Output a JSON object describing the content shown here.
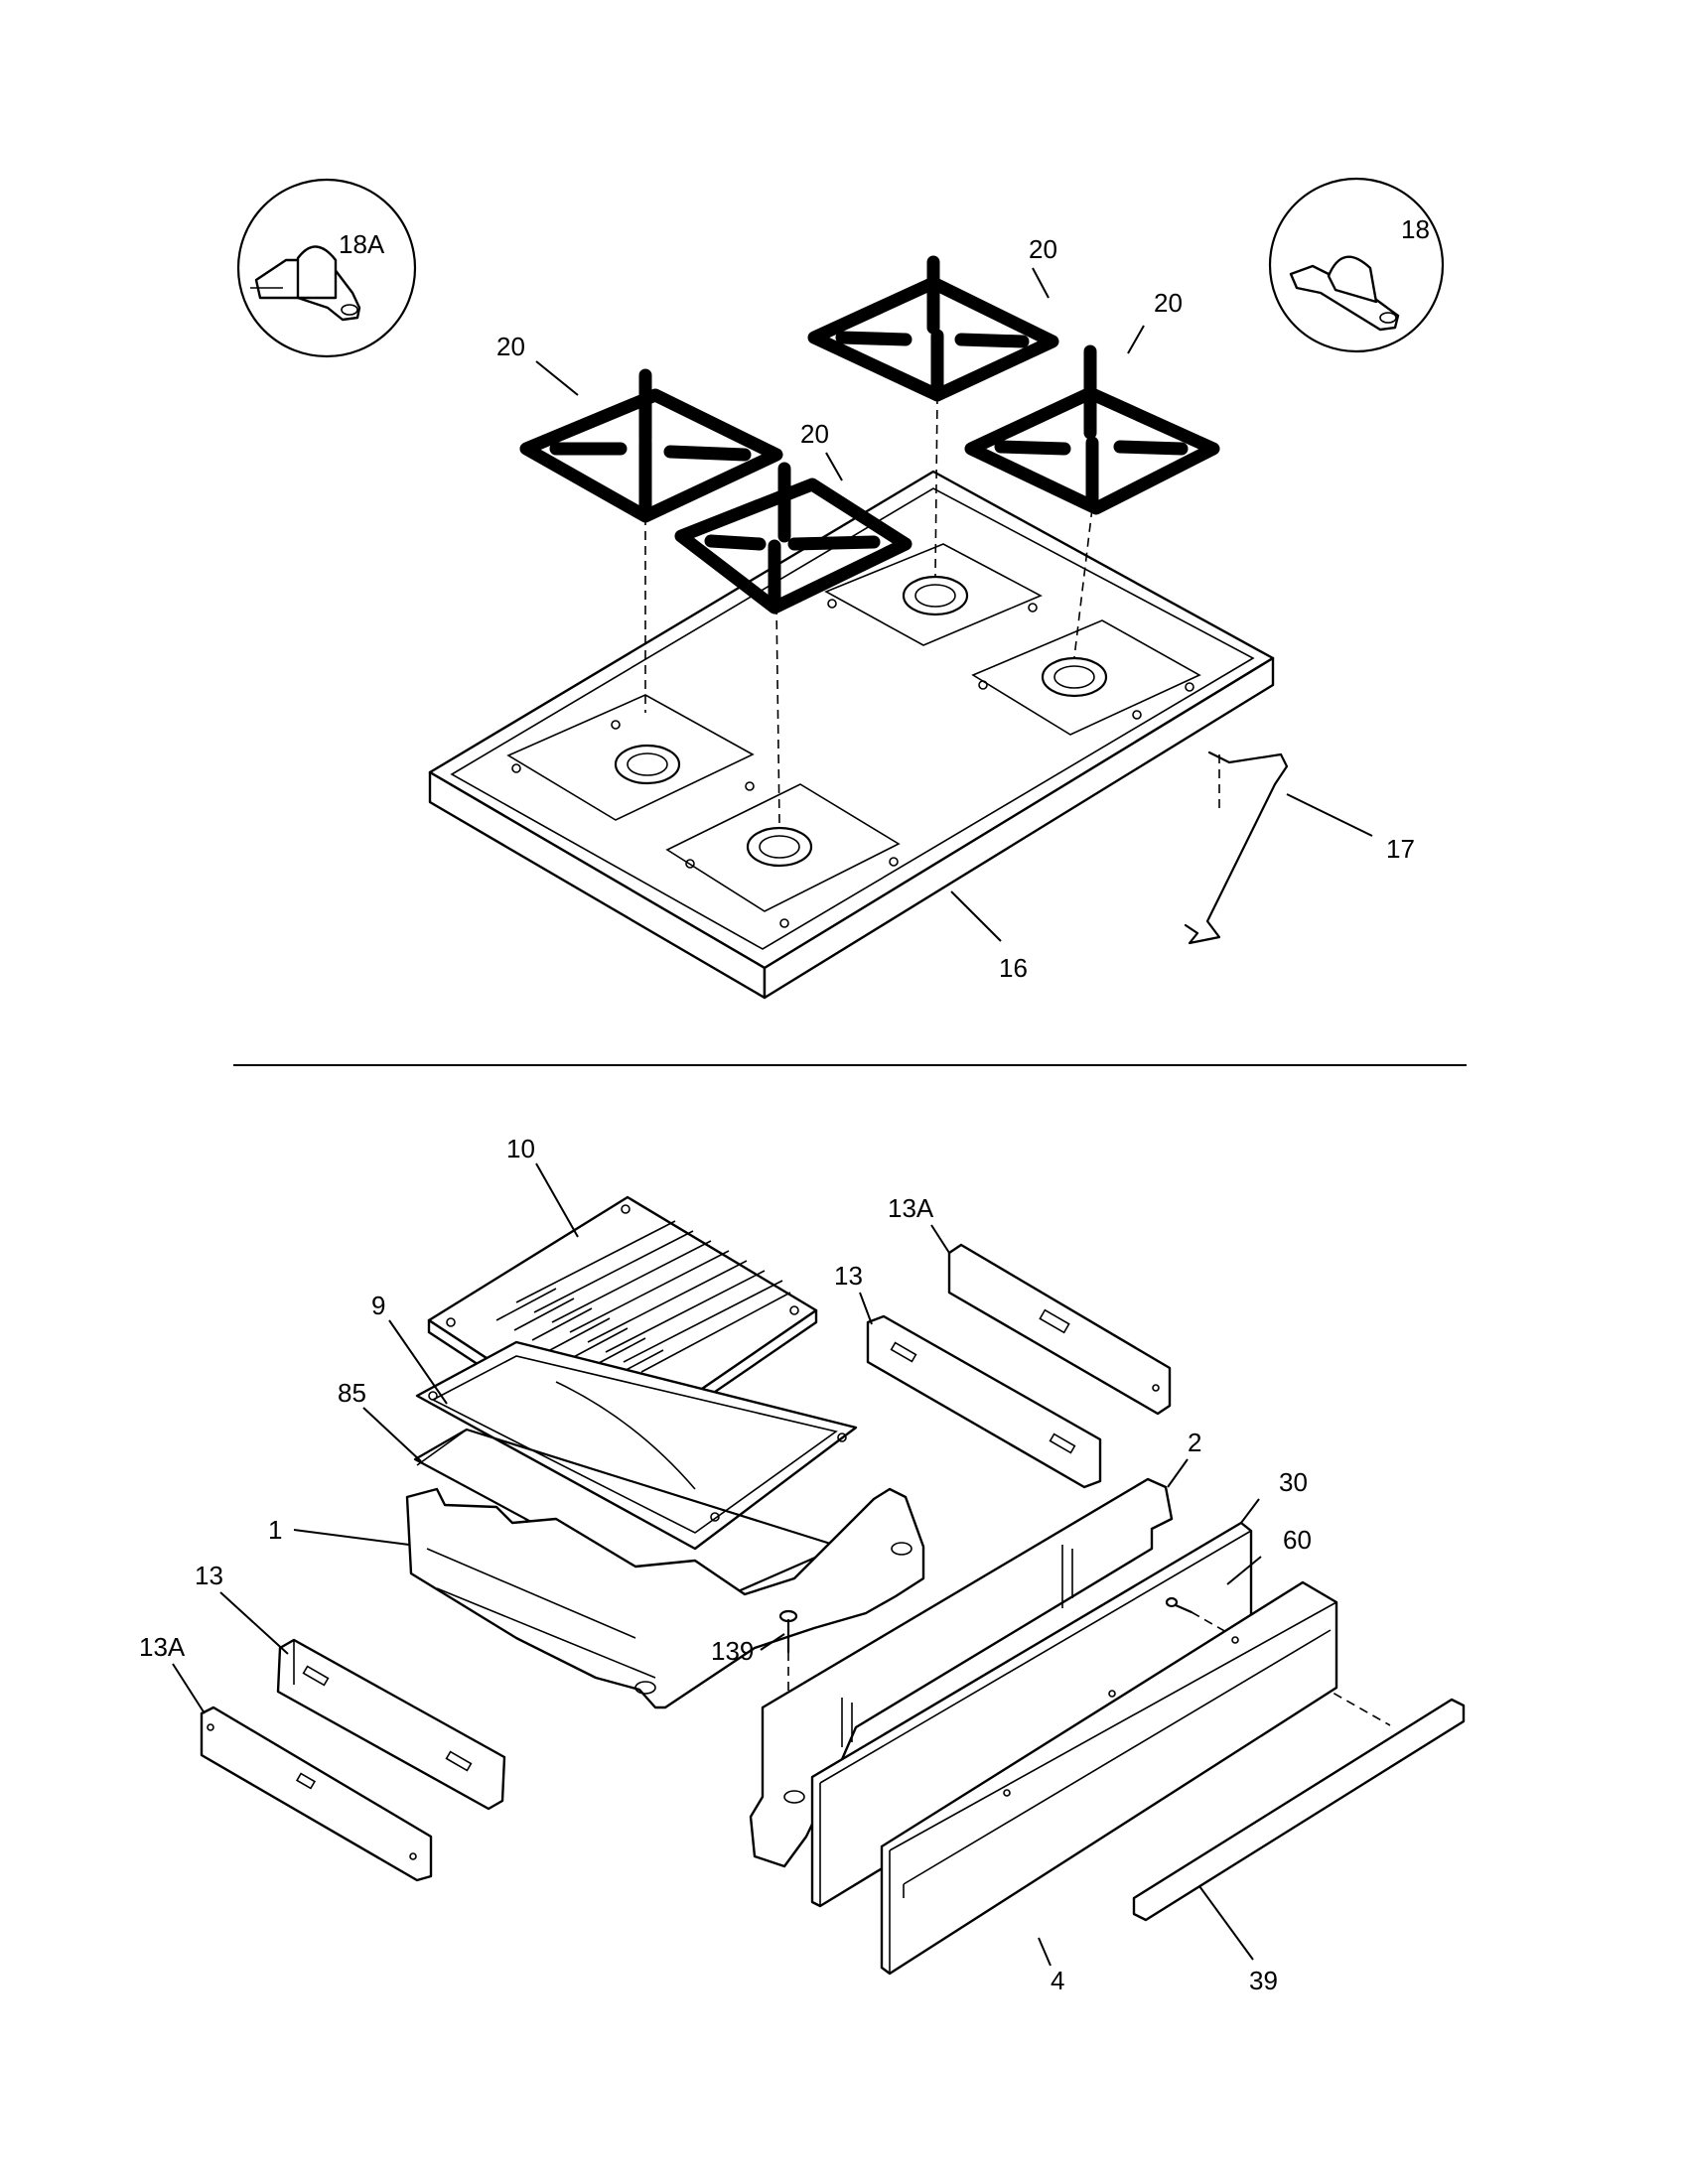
{
  "callouts": {
    "c_18A": "18A",
    "c_18": "18",
    "c_20_left": "20",
    "c_20_mid": "20",
    "c_20_top": "20",
    "c_20_right": "20",
    "c_16": "16",
    "c_17": "17",
    "c_10": "10",
    "c_9": "9",
    "c_85": "85",
    "c_1": "1",
    "c_13_left": "13",
    "c_13A_left": "13A",
    "c_139": "139",
    "c_13A_right": "13A",
    "c_13_right": "13",
    "c_2": "2",
    "c_30": "30",
    "c_60": "60",
    "c_4": "4",
    "c_39": "39"
  }
}
